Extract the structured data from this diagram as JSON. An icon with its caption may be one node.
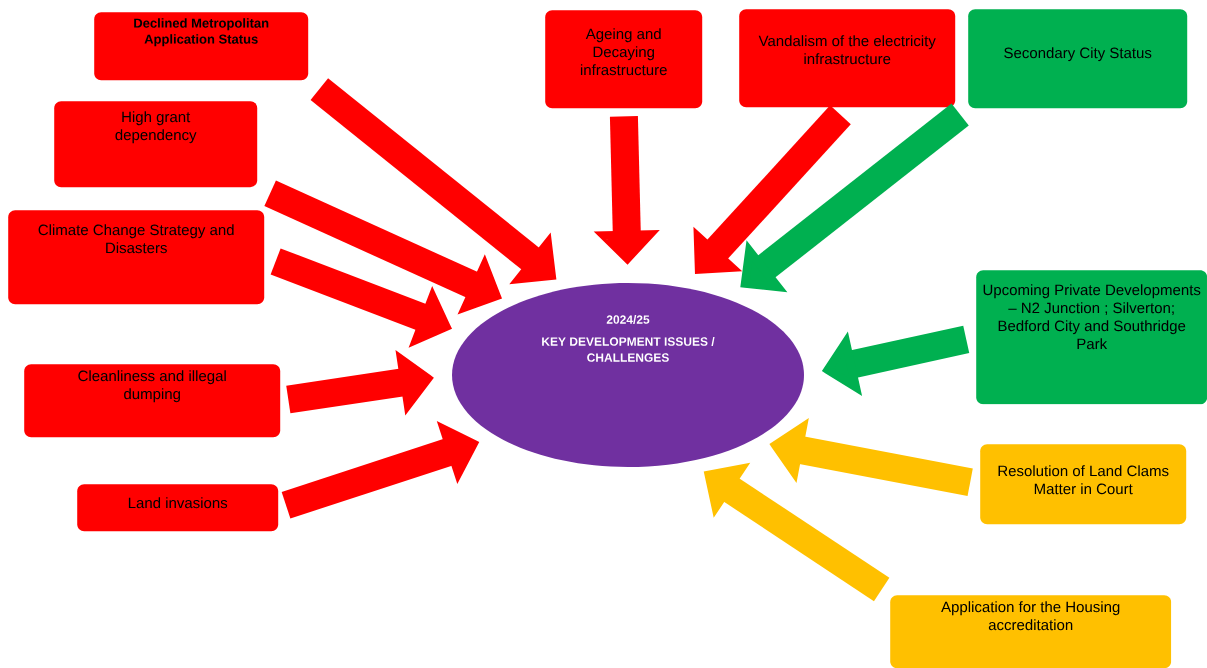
{
  "diagram": {
    "nodes": [
      {
        "text": [
          "2024/25",
          "KEY DEVELOPMENT ISSUES / CHALLENGES"
        ]
      },
      {
        "text": [
          "Declined Metropolitan Application Status"
        ]
      },
      {
        "text": [
          "High grant dependency"
        ]
      },
      {
        "text": [
          "Climate Change Strategy and Disasters"
        ]
      },
      {
        "text": [
          "Cleanliness and illegal dumping"
        ]
      },
      {
        "text": [
          "Land invasions"
        ]
      },
      {
        "text": [
          "Ageing and Decaying infrastructure"
        ]
      },
      {
        "text": [
          "Vandalism  of the electricity infrastructure"
        ]
      },
      {
        "text": [
          "Secondary City Status"
        ]
      },
      {
        "text": [
          "Upcoming Private Developments – N2 Junction ; Silverton; Bedford City and Southridge Park"
        ]
      },
      {
        "text": [
          "Resolution of Land Clams Matter in Court"
        ]
      },
      {
        "text": [
          "Application  for the Housing accreditation"
        ]
      }
    ],
    "edges": [
      {
        "from": 1,
        "to": 0,
        "arrow": "to"
      },
      {
        "from": 2,
        "to": 0,
        "arrow": "to"
      },
      {
        "from": 3,
        "to": 0,
        "arrow": "to"
      },
      {
        "from": 4,
        "to": 0,
        "arrow": "to"
      },
      {
        "from": 5,
        "to": 0,
        "arrow": "to"
      },
      {
        "from": 6,
        "to": 0,
        "arrow": "to"
      },
      {
        "from": 7,
        "to": 0,
        "arrow": "to"
      },
      {
        "from": 8,
        "to": 0,
        "arrow": "to",
        "color": "#00b050"
      },
      {
        "from": 9,
        "to": 0,
        "arrow": "to",
        "color": "#00b050"
      },
      {
        "from": 10,
        "to": 0,
        "arrow": "to",
        "color": "#ffc000"
      },
      {
        "from": 11,
        "to": 0,
        "arrow": "to",
        "color": "#ffc000"
      }
    ]
  }
}
